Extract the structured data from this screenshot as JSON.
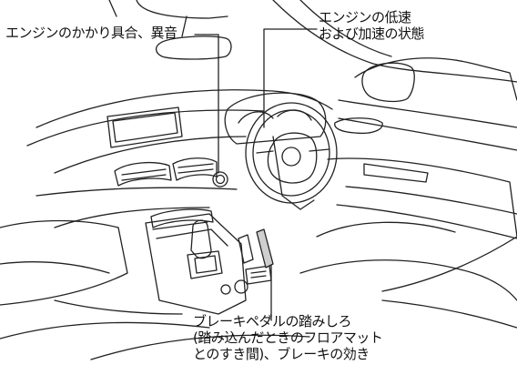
{
  "labels": {
    "engine_start": "エンジンのかかり具合、異音",
    "engine_speed_line1": "エンジンの低速",
    "engine_speed_line2": "および加速の状態",
    "brake_line1": "ブレーキペダルの踏みしろ",
    "brake_line2": "(踏み込んだときのフロアマット",
    "brake_line3": "とのすき間)、ブレーキの効き"
  }
}
